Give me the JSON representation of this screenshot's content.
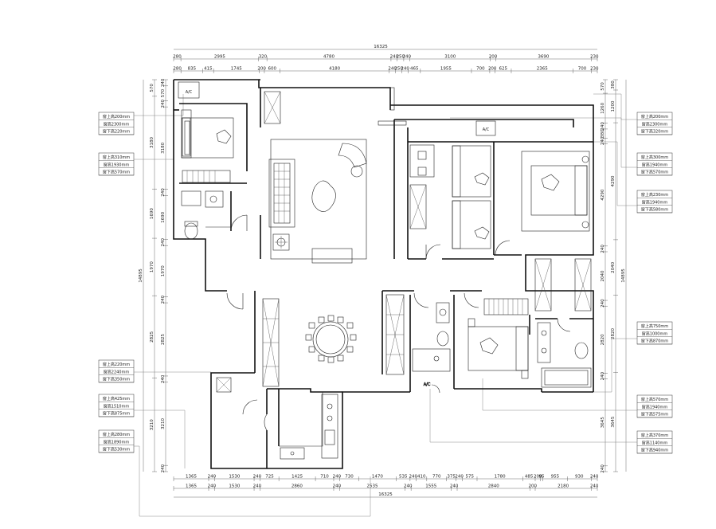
{
  "dims": {
    "top_total": "16325",
    "bottom_total": "16325",
    "top_row1": [
      "280",
      "2995",
      "320",
      "4780",
      "240",
      "250",
      "240",
      "3100",
      "200",
      "3690",
      "230"
    ],
    "top_row2": [
      "280",
      "835",
      "415",
      "1745",
      "200",
      "600",
      "4180",
      "240",
      "250",
      "240",
      "465",
      "1955",
      "700",
      "200",
      "625",
      "2365",
      "700",
      "230"
    ],
    "bottom_row1": [
      "1365",
      "240",
      "1530",
      "240",
      "725",
      "1425",
      "710",
      "240",
      "730",
      "1470",
      "535",
      "240",
      "410",
      "770",
      "375",
      "240",
      "575",
      "1780",
      "485",
      "200",
      "95",
      "955",
      "930",
      "240"
    ],
    "bottom_row2": [
      "1365",
      "240",
      "1530",
      "240",
      "2860",
      "240",
      "2535",
      "240",
      "1555",
      "240",
      "2840",
      "200",
      "2180",
      "240"
    ],
    "left_outer": [
      "570",
      "3180",
      "1690",
      "1970",
      "14895",
      "2825",
      "3210"
    ],
    "left_inner": [
      "240",
      "570",
      "240",
      "3180",
      "240",
      "1690",
      "240",
      "1970",
      "240",
      "2825",
      "240",
      "3210",
      "240"
    ],
    "right_outer": [
      "380",
      "1200",
      "4290",
      "2040",
      "14895",
      "2820",
      "3645"
    ],
    "right_inner": [
      "570",
      "1260",
      "240",
      "380",
      "240",
      "4290",
      "240",
      "2040",
      "240",
      "2820",
      "240",
      "3645",
      "240"
    ]
  },
  "callouts": {
    "left": [
      [
        "窗上高200mm",
        "窗高2300mm",
        "窗下高220mm"
      ],
      [
        "窗上高310mm",
        "窗高1930mm",
        "窗下高570mm"
      ],
      [
        "窗上高220mm",
        "窗高2240mm",
        "窗下高350mm"
      ],
      [
        "窗上高425mm",
        "窗高1510mm",
        "窗下高875mm"
      ],
      [
        "窗上高280mm",
        "窗高1890mm",
        "窗下高530mm"
      ]
    ],
    "right": [
      [
        "窗上高200mm",
        "窗高2300mm",
        "窗下高320mm"
      ],
      [
        "窗上高300mm",
        "窗高1940mm",
        "窗下高570mm"
      ],
      [
        "窗上高230mm",
        "窗高1940mm",
        "窗下高580mm"
      ],
      [
        "窗上高750mm",
        "窗高1000mm",
        "窗下高870mm"
      ],
      [
        "窗上高570mm",
        "窗高1940mm",
        "窗下高575mm"
      ],
      [
        "窗上高370mm",
        "窗高1140mm",
        "窗下高940mm"
      ]
    ]
  },
  "markers": {
    "ac": "A/C"
  }
}
